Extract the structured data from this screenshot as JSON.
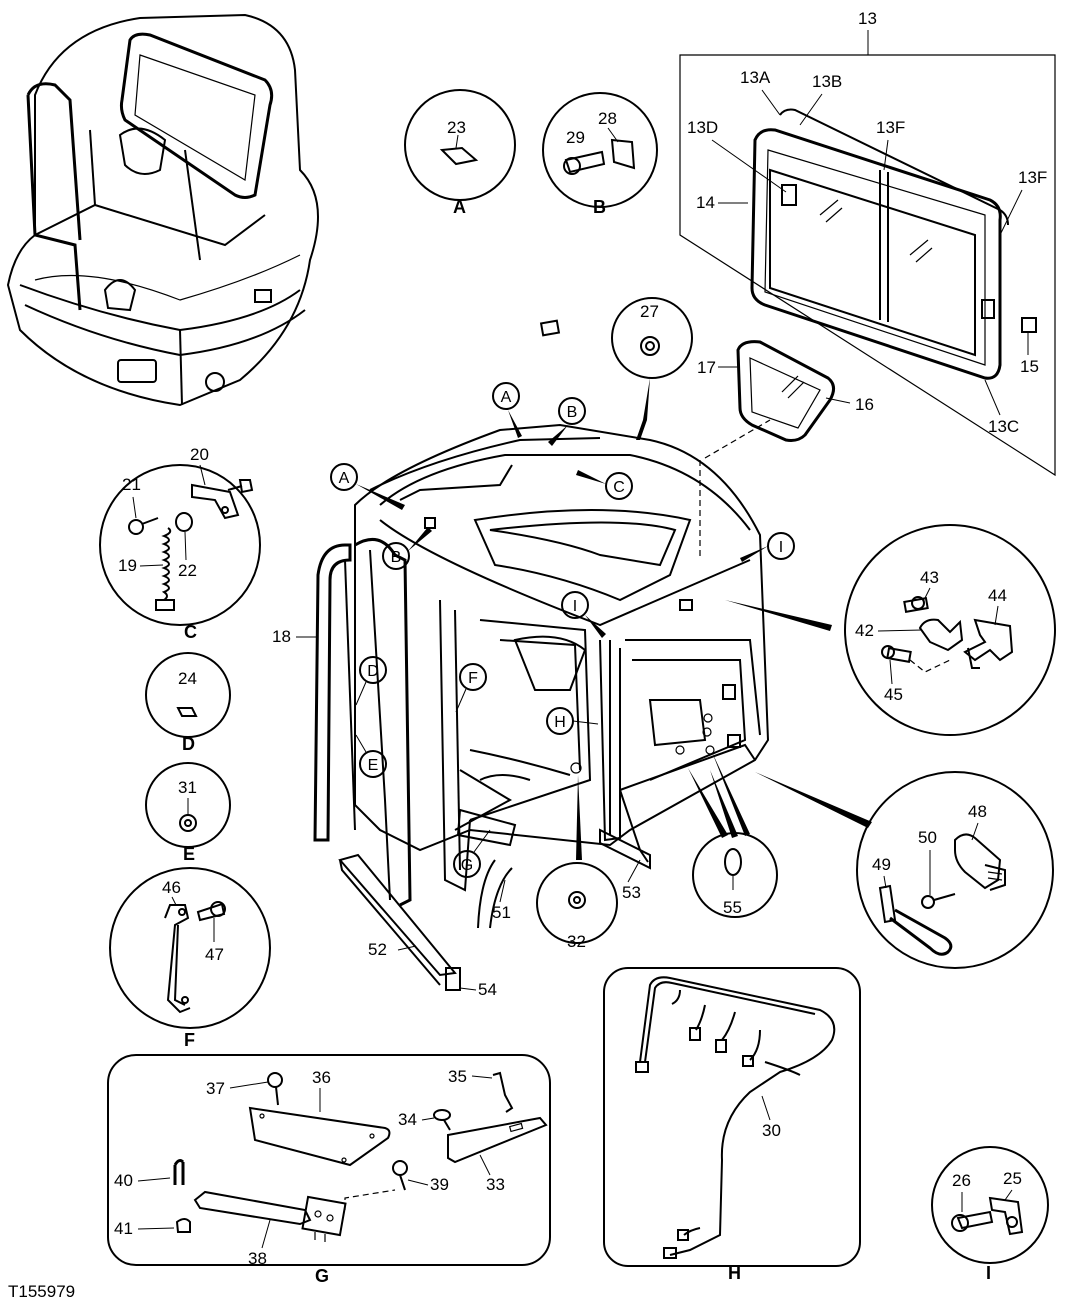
{
  "figure_id": "T155979",
  "callouts": {
    "c13": "13",
    "c13A": "13A",
    "c13B": "13B",
    "c13D": "13D",
    "c13F_a": "13F",
    "c13F_b": "13F",
    "c13C": "13C",
    "c14": "14",
    "c15": "15",
    "c16": "16",
    "c17": "17",
    "c18": "18",
    "c19": "19",
    "c20": "20",
    "c21": "21",
    "c22": "22",
    "c23": "23",
    "c24": "24",
    "c25": "25",
    "c26": "26",
    "c27": "27",
    "c28": "28",
    "c29": "29",
    "c30": "30",
    "c31": "31",
    "c32": "32",
    "c33": "33",
    "c34": "34",
    "c35": "35",
    "c36": "36",
    "c37": "37",
    "c38": "38",
    "c39": "39",
    "c40": "40",
    "c41": "41",
    "c42": "42",
    "c43": "43",
    "c44": "44",
    "c45": "45",
    "c46": "46",
    "c47": "47",
    "c48": "48",
    "c49": "49",
    "c50": "50",
    "c51": "51",
    "c52": "52",
    "c53": "53",
    "c54": "54",
    "c55": "55"
  },
  "detail_captions": {
    "A": "A",
    "B": "B",
    "C": "C",
    "D": "D",
    "E": "E",
    "F": "F",
    "G": "G",
    "H": "H",
    "I": "I"
  },
  "cab_refs": {
    "A1": "A",
    "A2": "A",
    "B1": "B",
    "B2": "B",
    "C1": "C",
    "D1": "D",
    "E1": "E",
    "F1": "F",
    "G1": "G",
    "H1": "H",
    "I1": "I",
    "I2": "I"
  }
}
